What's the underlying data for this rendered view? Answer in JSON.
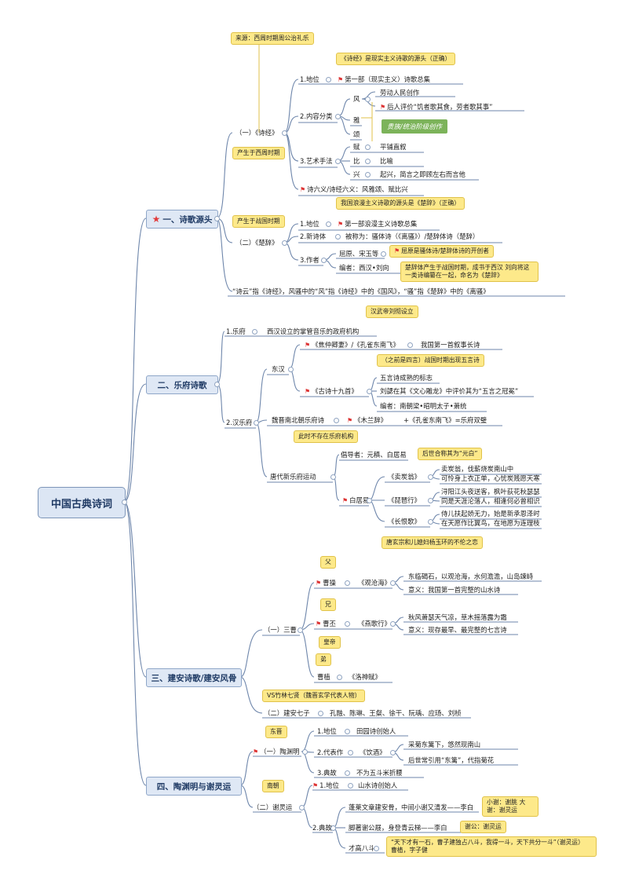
{
  "root": "中国古典诗词",
  "branches": {
    "b1": "一、诗歌源头",
    "b2": "二、乐府诗歌",
    "b3": "三、建安诗歌/建安风骨",
    "b4": "四、陶渊明与谢灵运"
  },
  "s1": {
    "note_source": "来源：西周时期周公治礼乐",
    "shijing": "（一）《诗经》",
    "note_origin": "产生于西周时期",
    "note_realism": "《诗经》是现实主义诗歌的源头（正确）",
    "pos_label": "1.地位",
    "pos_value": "第一部（现实主义）诗歌总集",
    "cat_label": "2.内容分类",
    "feng": "风",
    "feng_1": "劳动人民创作",
    "feng_2": "后人评价“饥者歌其食，劳者歌其事”",
    "ya": "雅",
    "song": "颂",
    "green": "贵族/统治阶级创作",
    "art_label": "3.艺术手法",
    "fu": "赋",
    "fu_v": "平铺直叙",
    "bi": "比",
    "bi_v": "比喻",
    "xing": "兴",
    "xing_v": "起兴，简言之即顾左右而言他",
    "liuyi": "诗六义/诗经六义：风雅颂、赋比兴",
    "chuci": "（二）《楚辞》",
    "note_warring": "产生于战国时期",
    "note_roman": "我国浪漫主义诗歌的源头是《楚辞》（正确）",
    "c_pos_label": "1.地位",
    "c_pos_value": "第一部浪漫主义诗歌总集",
    "c_new_label": "2.新诗体",
    "c_new_value": "被称为：骚体诗（《离骚》）/楚辞体诗（楚辞）",
    "c_author_label": "3.作者",
    "c_author_1": "屈原、宋玉等",
    "note_quyuan": "屈原是骚体诗/楚辞体诗的开创者",
    "c_author_2": "编者：西汉•刘向",
    "note_liuxiang": "楚辞体产生于战国时期，成书于西汉 刘向将这一类诗编纂在一起，命名为《楚辞》",
    "shiyun": "“诗云”指《诗经》，风骚中的“风”指《诗经》中的《国风》，“骚”指《楚辞》中的《离骚》"
  },
  "s2": {
    "note_wudi": "汉武帝刘彻设立",
    "yuefu_label": "1.乐府",
    "yuefu_value": "西汉设立的掌管音乐的政府机构",
    "han_label": "2.汉乐府",
    "donghan": "东汉",
    "kongque": "《焦仲卿妻》/《孔雀东南飞》",
    "kongque_v": "我国第一首叙事长诗",
    "note_wuyan": "（之前是四言）战国时期出现五言诗",
    "gushi": "《古诗十九首》",
    "gushi_1": "五言诗成熟的标志",
    "gushi_2": "刘勰在其《文心雕龙》中评价其为“五言之冠冕”",
    "gushi_3": "编者：南朝梁•昭明太子•萧统",
    "nanbei": "魏晋南北朝乐府诗",
    "mulan": "《木兰辞》",
    "shuangbi": "+《孔雀东南飞》=乐府双璧",
    "note_noyuefu": "此时不存在乐府机构",
    "tang": "唐代新乐府运动",
    "changdao": "倡导者：元稹、白居易",
    "note_yuanbai": "后世合称其为“元白”",
    "bai": "白居易",
    "maitan": "《卖炭翁》",
    "maitan_1": "卖炭翁，伐薪烧炭南山中",
    "maitan_2": "可怜身上衣正单，心忧炭贱愿天寒",
    "pipa": "《琵琶行》",
    "pipa_1": "浔阳江头夜送客，枫叶荻花秋瑟瑟",
    "pipa_2": "同是天涯沦落人，相逢何必曾相识",
    "changhen": "《长恨歌》",
    "changhen_1": "侍儿扶起娇无力，始是新承恩泽时",
    "changhen_2": "在天愿作比翼鸟，在地愿为连理枝",
    "note_tang": "唐玄宗和儿媳妇杨玉环的不伦之恋"
  },
  "s3": {
    "fu": "父",
    "caocao": "曹操",
    "guanhai": "《观沧海》",
    "guanhai_1": "东临碣石，以观沧海，水何澹澹，山岛竦峙",
    "guanhai_2": "意义：我国第一首完整的山水诗",
    "xiong": "兄",
    "caopi": "曹丕",
    "yange": "《燕歌行》",
    "yange_1": "秋风萧瑟天气凉，草木摇落露为霜",
    "yange_2": "意义：现存最早、最完整的七言诗",
    "huangdi": "皇帝",
    "sancao": "（一）三曹",
    "di": "弟",
    "caozhi": "曹植",
    "luoshen": "《洛神赋》",
    "note_vs": "VS竹林七贤（魏晋玄学代表人物）",
    "qizi": "（二）建安七子",
    "qizi_v": "孔融、陈琳、王粲、徐干、阮瑀、应玚、刘桢"
  },
  "s4": {
    "dongjin": "东晋",
    "tao": "（一）陶渊明",
    "t_pos": "1.地位",
    "t_pos_v": "田园诗创始人",
    "t_works": "2.代表作",
    "yinjiu": "《饮酒》",
    "yinjiu_1": "采菊东篱下，悠然现南山",
    "yinjiu_2": "后世常引用“东篱”，代指菊花",
    "t_dian": "3.典故",
    "t_dian_v": "不为五斗米折腰",
    "nanchao": "南朝",
    "xie": "（二）谢灵运",
    "x_pos": "1.地位",
    "x_pos_v": "山水诗创始人",
    "x_dian": "2.典故",
    "d1": "蓬莱文章建安骨，中间小谢又清发——李白",
    "note_xiao": "小谢：谢朓 大谢：谢灵运",
    "d2": "脚著谢公屐，身登青云梯——李白",
    "note_xiegong": "谢公：谢灵运",
    "d3": "才高八斗",
    "note_badou": "“天下才有一石，曹子建独占八斗，我得一斗，天下共分一斗”（谢灵运） 曹植，字子健"
  },
  "colors": {
    "line": "#6e86ab",
    "note": "#fde98a",
    "green": "#7cb35a",
    "flag": "#dd3333"
  }
}
